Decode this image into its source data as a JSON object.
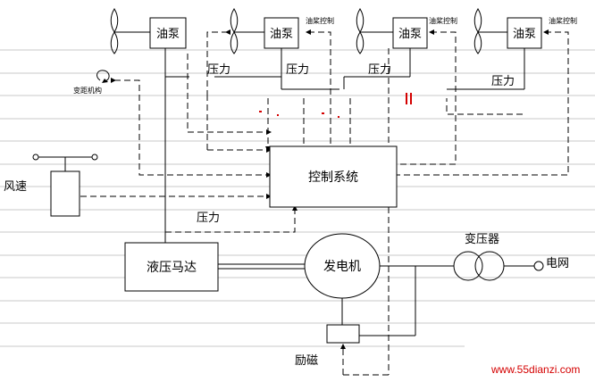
{
  "labels": {
    "pump": "油泵",
    "pitch_control": "油桨控制",
    "pitch_mechanism": "变距机构",
    "pressure": "压力",
    "control_system": "控制系统",
    "wind_speed": "风速",
    "hydraulic_motor": "液压马达",
    "generator": "发电机",
    "transformer": "变压器",
    "grid": "电网",
    "excitation": "励磁",
    "watermark": "www.55dianzi.com"
  },
  "colors": {
    "line": "#000000",
    "rules": "#c8c8c8",
    "watermark": "#d40000"
  }
}
